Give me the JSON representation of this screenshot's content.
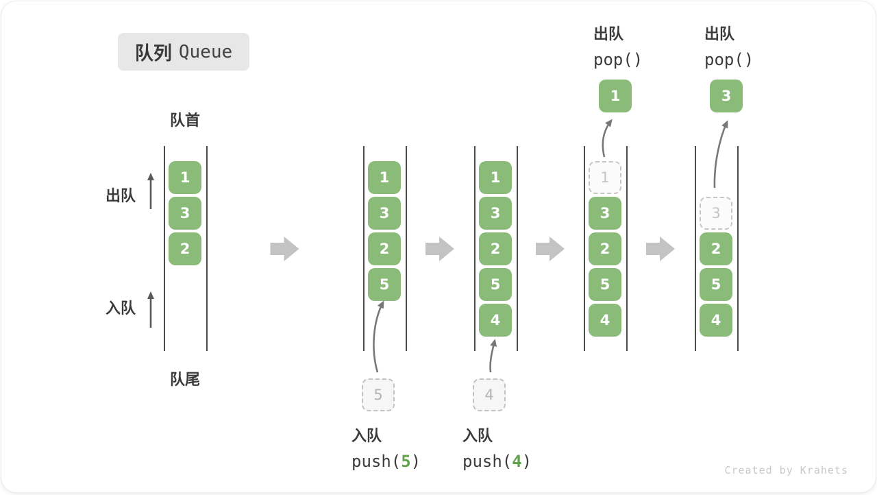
{
  "title": {
    "zh": "队列",
    "en": "Queue"
  },
  "side_labels": {
    "front": "队首",
    "rear": "队尾",
    "dequeue": "出队",
    "enqueue": "入队"
  },
  "watermark": "Created by Krahets",
  "colors": {
    "box_green": "#8abb78",
    "code_arg_green": "#61a24f",
    "column_line": "#4c4c4c",
    "block_arrow": "#c3c3c3",
    "thin_arrow": "#787878",
    "dashed_border": "#c4c4c4",
    "text_dark": "#3b3b3b",
    "muted_text": "#b3b3b3",
    "badge_bg": "#e7e7e7"
  },
  "states": [
    {
      "name": "initial-queue",
      "slots": [
        {
          "row": 0,
          "value": "1",
          "style": "solid"
        },
        {
          "row": 1,
          "value": "3",
          "style": "solid"
        },
        {
          "row": 2,
          "value": "2",
          "style": "solid"
        }
      ]
    },
    {
      "name": "after-push-5",
      "slots": [
        {
          "row": 0,
          "value": "1",
          "style": "solid"
        },
        {
          "row": 1,
          "value": "3",
          "style": "solid"
        },
        {
          "row": 2,
          "value": "2",
          "style": "solid"
        },
        {
          "row": 3,
          "value": "5",
          "style": "solid"
        }
      ],
      "enqueue": {
        "label": "入队",
        "code_before": "push(",
        "arg": "5",
        "code_after": ")",
        "staged_value": "5"
      }
    },
    {
      "name": "after-push-4",
      "slots": [
        {
          "row": 0,
          "value": "1",
          "style": "solid"
        },
        {
          "row": 1,
          "value": "3",
          "style": "solid"
        },
        {
          "row": 2,
          "value": "2",
          "style": "solid"
        },
        {
          "row": 3,
          "value": "5",
          "style": "solid"
        },
        {
          "row": 4,
          "value": "4",
          "style": "solid"
        }
      ],
      "enqueue": {
        "label": "入队",
        "code_before": "push(",
        "arg": "4",
        "code_after": ")",
        "staged_value": "4"
      }
    },
    {
      "name": "after-pop-1",
      "slots": [
        {
          "row": 0,
          "value": "1",
          "style": "dashed"
        },
        {
          "row": 1,
          "value": "3",
          "style": "solid"
        },
        {
          "row": 2,
          "value": "2",
          "style": "solid"
        },
        {
          "row": 3,
          "value": "5",
          "style": "solid"
        },
        {
          "row": 4,
          "value": "4",
          "style": "solid"
        }
      ],
      "dequeue": {
        "label": "出队",
        "code": "pop()",
        "popped_value": "1"
      }
    },
    {
      "name": "after-pop-3",
      "slots": [
        {
          "row": 1,
          "value": "3",
          "style": "dashed"
        },
        {
          "row": 2,
          "value": "2",
          "style": "solid"
        },
        {
          "row": 3,
          "value": "5",
          "style": "solid"
        },
        {
          "row": 4,
          "value": "4",
          "style": "solid"
        }
      ],
      "dequeue": {
        "label": "出队",
        "code": "pop()",
        "popped_value": "3"
      }
    }
  ]
}
